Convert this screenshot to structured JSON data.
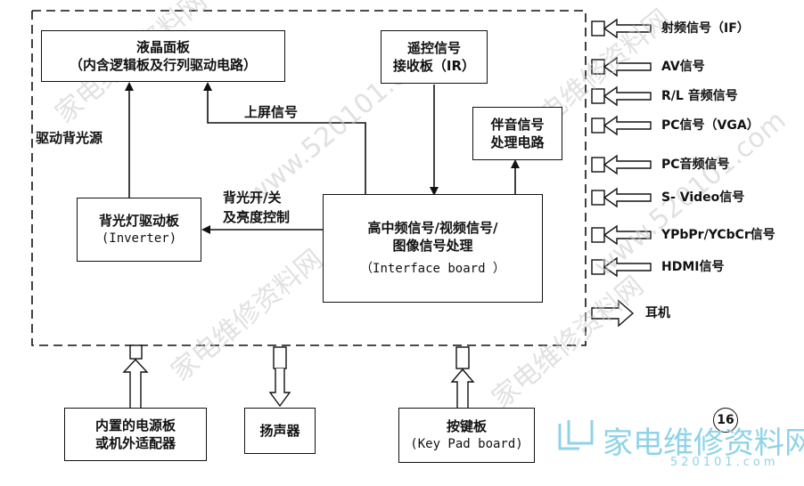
{
  "blocks": {
    "lcd_panel": {
      "line1": "液晶面板",
      "line2": "（内含逻辑板及行列驱动电路）"
    },
    "ir_receiver": {
      "line1": "遥控信号",
      "line2": "接收板（IR）"
    },
    "audio_proc": {
      "line1": "伴音信号",
      "line2": "处理电路"
    },
    "inverter": {
      "line1": "背光灯驱动板",
      "line2": "(Inverter)"
    },
    "interface": {
      "line1": "高中频信号/视频信号/",
      "line2": "图像信号处理",
      "line3": "（Interface board ）"
    },
    "power": {
      "line1": "内置的电源板",
      "line2": "或机外适配器"
    },
    "speaker": {
      "line1": "扬声器"
    },
    "keypad": {
      "line1": "按键板",
      "line2": "(Key Pad board)"
    }
  },
  "labels": {
    "backlight_source": "驱动背光源",
    "screen_signal": "上屏信号",
    "backlight_control_1": "背光开/关",
    "backlight_control_2": "及亮度控制"
  },
  "inputs": [
    "射频信号（IF）",
    "AV信号",
    "R/L  音频信号",
    "PC信号（VGA）",
    "PC音频信号",
    "S- Video信号",
    "YPbPr/YCbCr信号",
    "HDMI信号"
  ],
  "output": "耳机",
  "page_number": "16",
  "watermarks": [
    "家电维修资料网",
    "www.520101.com"
  ],
  "logo": {
    "text": "家电维修资料网",
    "sub": "520101.com"
  },
  "colors": {
    "line": "#111111",
    "watermark": "#c9c9c9",
    "logo": "#8fd3e8"
  }
}
